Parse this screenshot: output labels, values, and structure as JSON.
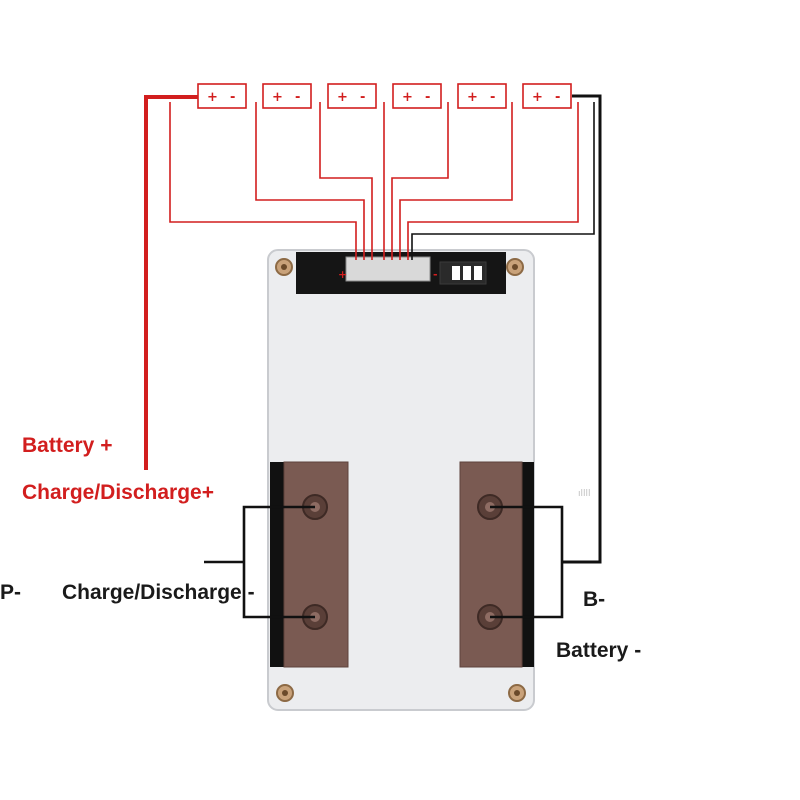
{
  "cells": [
    {
      "plus": "+",
      "minus": "-"
    },
    {
      "plus": "+",
      "minus": "-"
    },
    {
      "plus": "+",
      "minus": "-"
    },
    {
      "plus": "+",
      "minus": "-"
    },
    {
      "plus": "+",
      "minus": "-"
    },
    {
      "plus": "+",
      "minus": "-"
    }
  ],
  "connector_marks": {
    "neg": "-",
    "pos": "+"
  },
  "labels": {
    "battery_plus": "Battery +",
    "charge_discharge_plus": "Charge/Discharge+",
    "p_minus": "P-",
    "charge_discharge_minus": "Charge/Discharge -",
    "b_minus": "B-",
    "battery_minus": "Battery -"
  },
  "colors": {
    "positive_wire": "#d21e1e",
    "negative_wire": "#111111",
    "board": "#ecedef",
    "pad": "#7a5a52"
  }
}
